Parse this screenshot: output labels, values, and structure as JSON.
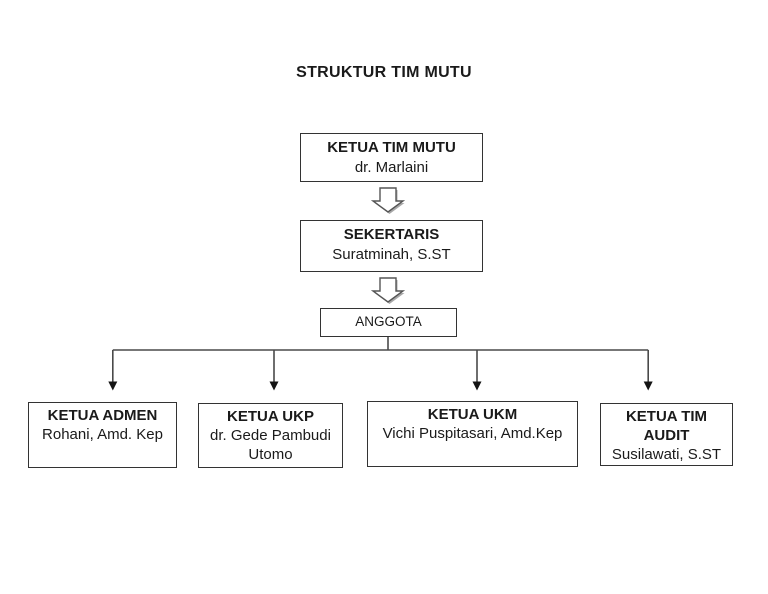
{
  "title": "STRUKTUR TIM MUTU",
  "org": {
    "root": {
      "role": "KETUA TIM MUTU",
      "name": "dr. Marlaini"
    },
    "secretary": {
      "role": "SEKERTARIS",
      "name": "Suratminah, S.ST"
    },
    "members_label": "ANGGOTA",
    "branches": [
      {
        "role": "KETUA ADMEN",
        "name": "Rohani, Amd. Kep"
      },
      {
        "role": "KETUA UKP",
        "name": "dr. Gede Pambudi Utomo"
      },
      {
        "role": "KETUA UKM",
        "name": "Vichi Puspitasari, Amd.Kep"
      },
      {
        "role": "KETUA TIM AUDIT",
        "name": "Susilawati, S.ST"
      }
    ]
  },
  "colors": {
    "background": "#ffffff",
    "box_border": "#333333",
    "text": "#1a1a1a",
    "connector": "#4a4a4a",
    "arrowhead": "#141414",
    "arrow_shadow": "#a8a8a8"
  }
}
